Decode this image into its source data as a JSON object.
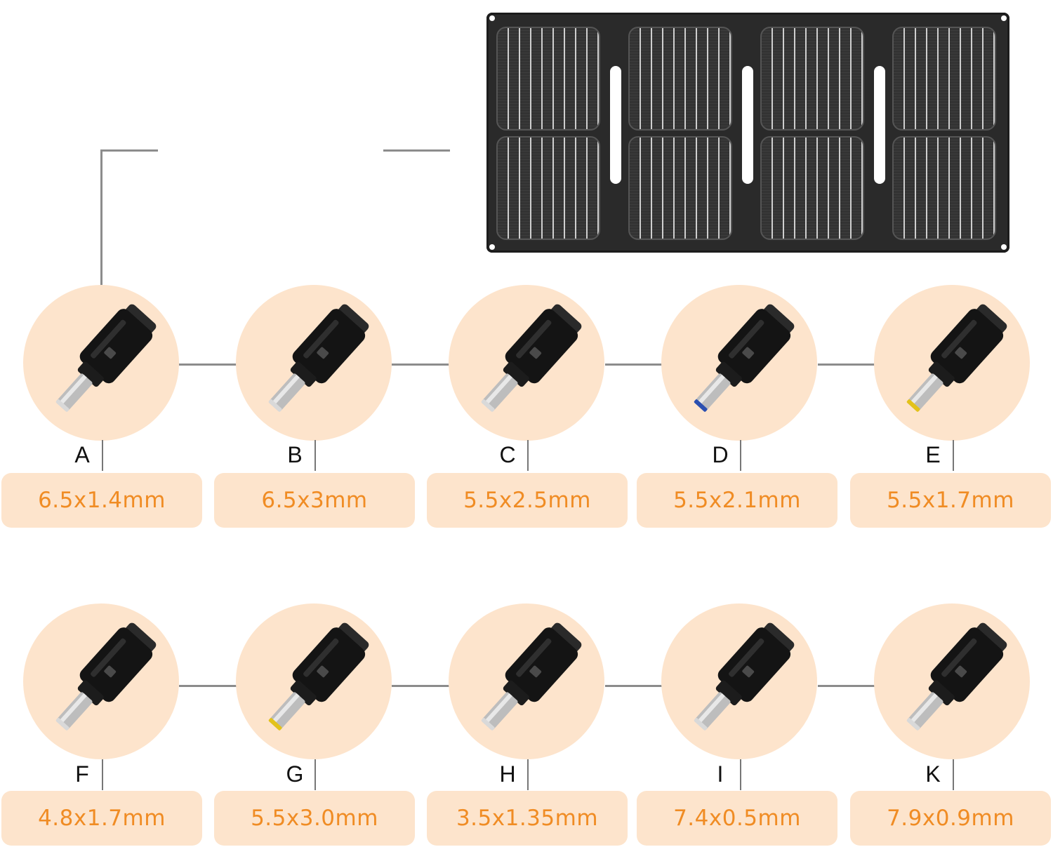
{
  "colors": {
    "pill_background": "#fde4cc",
    "pill_text": "#f08c24",
    "connector": "#8c8c8c",
    "panel": "#2a2a2a"
  },
  "panel": {
    "icon": "solar-panel-icon",
    "modules": 4
  },
  "adapters": [
    {
      "letter": "A",
      "size": "6.5x1.4mm",
      "tip": "#d9d9d9"
    },
    {
      "letter": "B",
      "size": "6.5x3mm",
      "tip": "#d9d9d9"
    },
    {
      "letter": "C",
      "size": "5.5x2.5mm",
      "tip": "#d9d9d9"
    },
    {
      "letter": "D",
      "size": "5.5x2.1mm",
      "tip": "#2b4fb0"
    },
    {
      "letter": "E",
      "size": "5.5x1.7mm",
      "tip": "#e3c21a"
    },
    {
      "letter": "F",
      "size": "4.8x1.7mm",
      "tip": "#d9d9d9"
    },
    {
      "letter": "G",
      "size": "5.5x3.0mm",
      "tip": "#e3c21a"
    },
    {
      "letter": "H",
      "size": "3.5x1.35mm",
      "tip": "#d9d9d9"
    },
    {
      "letter": "I",
      "size": "7.4x0.5mm",
      "tip": "#d9d9d9"
    },
    {
      "letter": "K",
      "size": "7.9x0.9mm",
      "tip": "#d9d9d9"
    }
  ]
}
